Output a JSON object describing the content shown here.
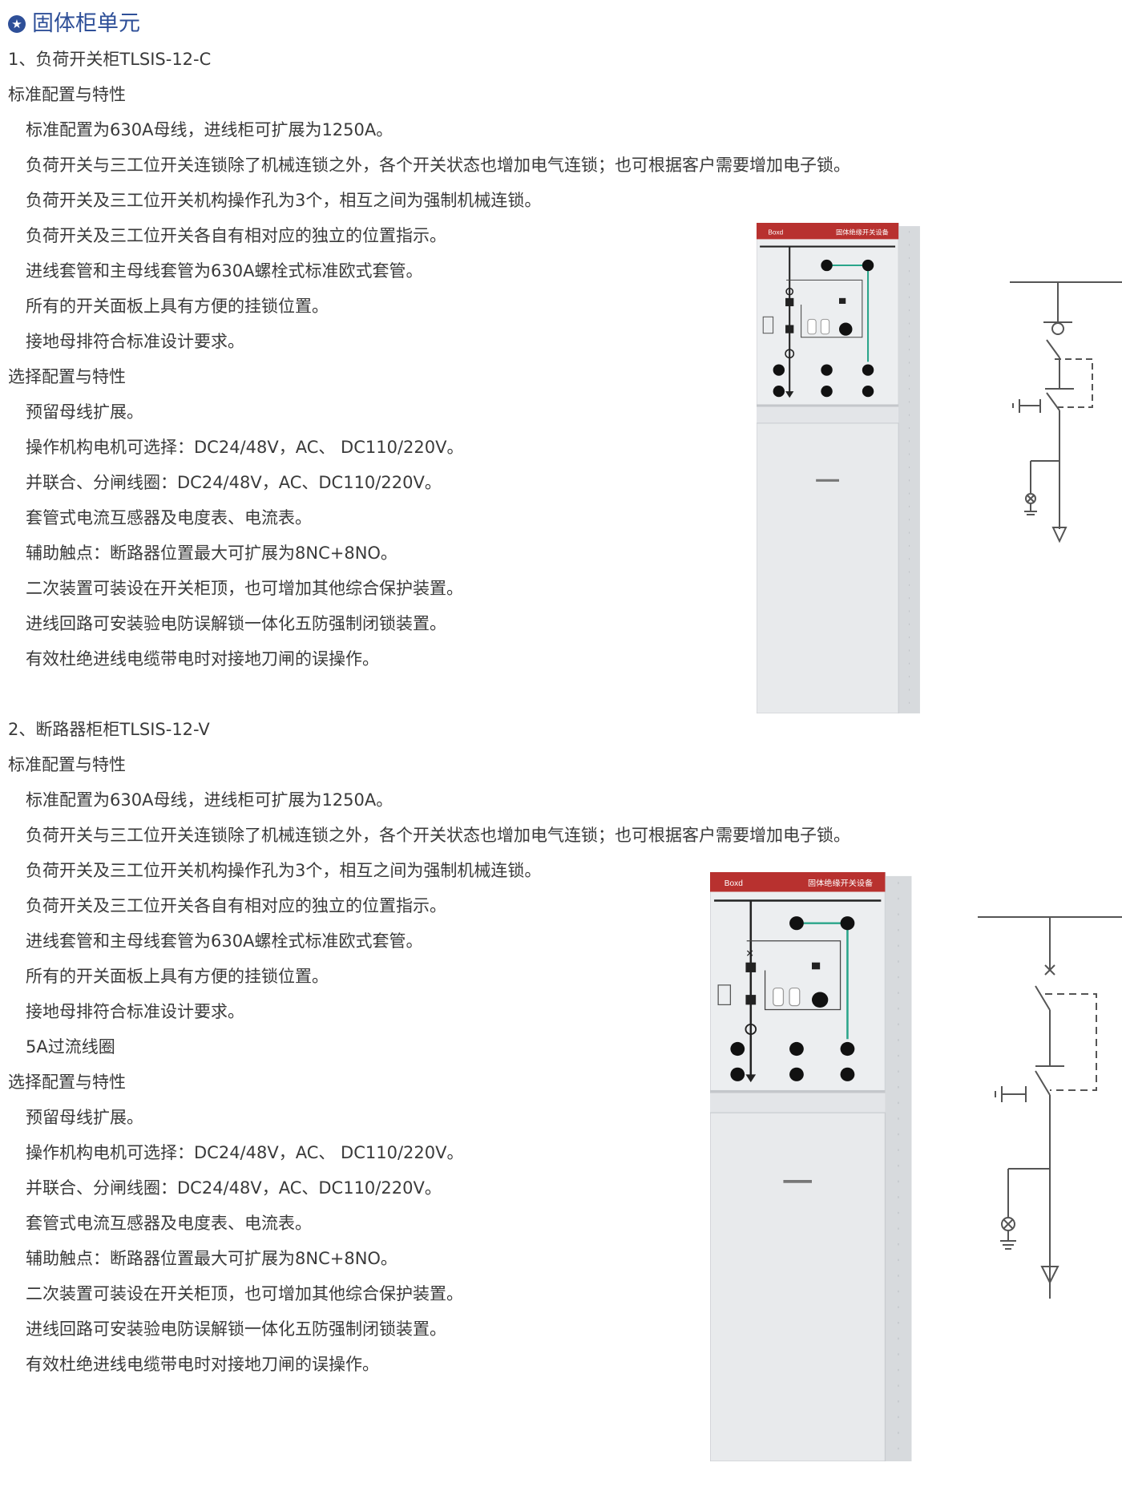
{
  "title": "固体柜单元",
  "title_icon": "star-circle-icon",
  "sections": [
    {
      "heading": "1、负荷开关柜TLSIS-12-C",
      "std_label": "标准配置与特性",
      "std_items": [
        "标准配置为630A母线，进线柜可扩展为1250A。",
        "负荷开关与三工位开关连锁除了机械连锁之外，各个开关状态也增加电气连锁；也可根据客户需要增加电子锁。",
        "负荷开关及三工位开关机构操作孔为3个，相互之间为强制机械连锁。",
        "负荷开关及三工位开关各自有相对应的独立的位置指示。",
        "进线套管和主母线套管为630A螺栓式标准欧式套管。",
        "所有的开关面板上具有方便的挂锁位置。",
        "接地母排符合标准设计要求。"
      ],
      "opt_label": "选择配置与特性",
      "opt_items": [
        "预留母线扩展。",
        "操作机构电机可选择：DC24/48V，AC、 DC110/220V。",
        "并联合、分闸线圈：DC24/48V，AC、DC110/220V。",
        "套管式电流互感器及电度表、电流表。",
        "辅助触点：断路器位置最大可扩展为8NC+8NO。",
        "二次装置可装设在开关柜顶，也可增加其他综合保护装置。",
        "进线回路可安装验电防误解锁一体化五防强制闭锁装置。",
        "有效杜绝进线电缆带电时对接地刀闸的误操作。"
      ],
      "cabinet_brand": "Boxd",
      "cabinet_label": "固体绝缘开关设备"
    },
    {
      "heading": "2、断路器柜柜TLSIS-12-V",
      "std_label": "标准配置与特性",
      "std_items": [
        "标准配置为630A母线，进线柜可扩展为1250A。",
        "负荷开关与三工位开关连锁除了机械连锁之外，各个开关状态也增加电气连锁；也可根据客户需要增加电子锁。",
        "负荷开关及三工位开关机构操作孔为3个，相互之间为强制机械连锁。",
        "负荷开关及三工位开关各自有相对应的独立的位置指示。",
        "进线套管和主母线套管为630A螺栓式标准欧式套管。",
        "所有的开关面板上具有方便的挂锁位置。",
        "接地母排符合标准设计要求。",
        "5A过流线圈"
      ],
      "opt_label": "选择配置与特性",
      "opt_items": [
        "预留母线扩展。",
        "操作机构电机可选择：DC24/48V，AC、 DC110/220V。",
        "并联合、分闸线圈：DC24/48V，AC、DC110/220V。",
        "套管式电流互感器及电度表、电流表。",
        "辅助触点：断路器位置最大可扩展为8NC+8NO。",
        "二次装置可装设在开关柜顶，也可增加其他综合保护装置。",
        "进线回路可安装验电防误解锁一体化五防强制闭锁装置。",
        "有效杜绝进线电缆带电时对接地刀闸的误操作。"
      ],
      "cabinet_brand": "Boxd",
      "cabinet_label": "固体绝缘开关设备"
    }
  ],
  "colors": {
    "title": "#2e4f98",
    "text": "#3a3a3a",
    "header_red": "#b8312f",
    "mimic_green": "#2aa58a"
  }
}
